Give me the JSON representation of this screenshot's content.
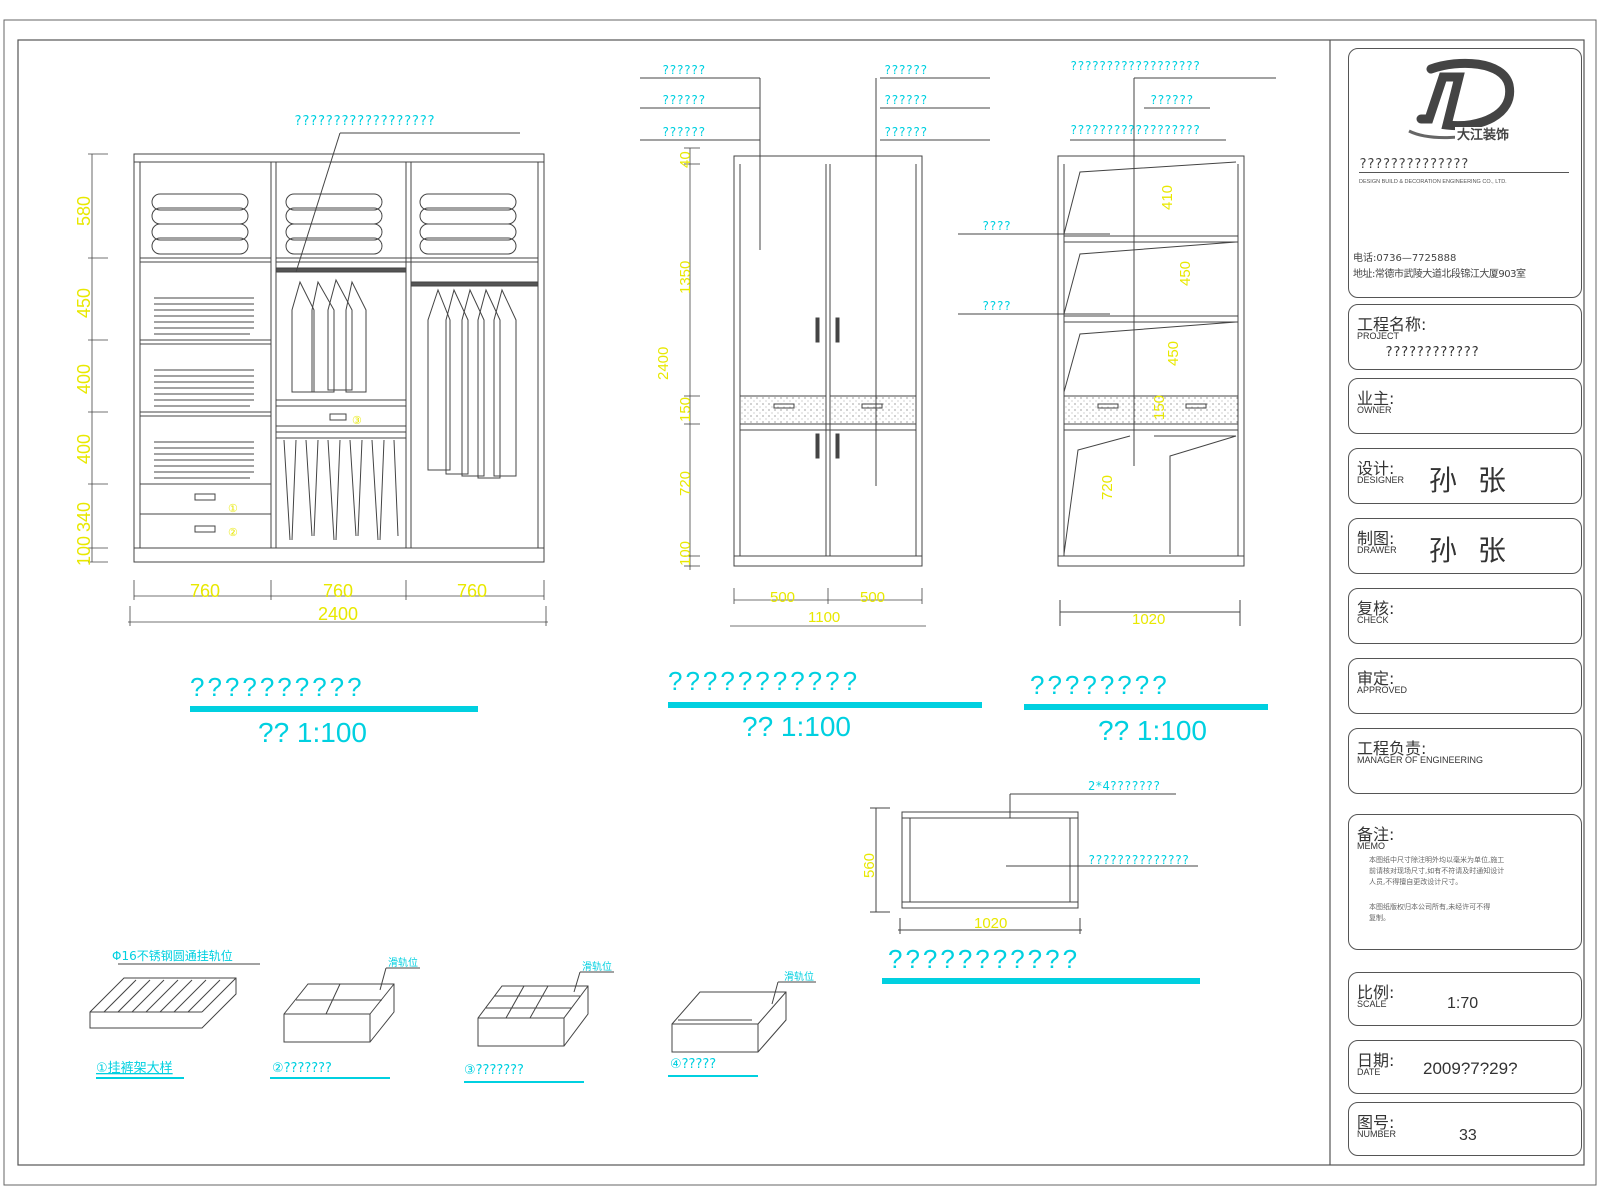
{
  "drawing": {
    "front_view": {
      "title": "??????????",
      "scale": "?? 1:100",
      "leader_top": "??????????????????",
      "dims_h": [
        "760",
        "760",
        "760"
      ],
      "dims_total": "2400",
      "dims_v": [
        "580",
        "450",
        "400",
        "400",
        "340",
        "100"
      ],
      "drawer_marks": [
        "①",
        "②"
      ],
      "pants_mark": "③"
    },
    "closed_view": {
      "title": "???????????",
      "scale": "?? 1:100",
      "leaders_left": [
        "??????",
        "??????",
        "??????"
      ],
      "leaders_right": [
        "??????",
        "??????",
        "??????"
      ],
      "dims_v": [
        "40",
        "1350",
        "2400",
        "150",
        "720",
        "100"
      ],
      "dims_h": [
        "500",
        "500"
      ],
      "dims_total": "1100"
    },
    "side_view": {
      "title": "????????",
      "scale": "?? 1:100",
      "leaders_top": [
        "??????????????????",
        "??????",
        "??????????????????"
      ],
      "leaders_left": [
        "????",
        "????"
      ],
      "dims_v": [
        "410",
        "450",
        "450",
        "150",
        "720"
      ],
      "dims_total": "1020"
    },
    "drawer_plan": {
      "title": "???????????",
      "leader_top": "2*4???????",
      "leader_right": "??????????????",
      "dim_w": "1020",
      "dim_h": "560"
    },
    "accessories": [
      {
        "callout": "Φ16不锈钢圆通挂轨位",
        "label": "①挂裤架大样"
      },
      {
        "callout": "滑轨位",
        "label": "②???????"
      },
      {
        "callout": "滑轨位",
        "label": "③???????"
      },
      {
        "callout": "滑轨位",
        "label": "④?????"
      }
    ]
  },
  "title_block": {
    "company_title": "??????????????",
    "company_en": "DESIGN BUILD & DECORATION ENGINEERING CO., LTD.",
    "phone": "电话:0736—7725888",
    "address": "地址:常德市武陵大道北段锦江大厦903室",
    "project": {
      "zh": "工程名称:",
      "en": "PROJECT",
      "value": "????????????"
    },
    "owner": {
      "zh": "业主:",
      "en": "OWNER"
    },
    "designer": {
      "zh": "设计:",
      "en": "DESIGNER",
      "value": "孙 张"
    },
    "drawer": {
      "zh": "制图:",
      "en": "DRAWER",
      "value": "孙 张"
    },
    "check": {
      "zh": "复核:",
      "en": "CHECK"
    },
    "approved": {
      "zh": "审定:",
      "en": "APPROVED"
    },
    "manager": {
      "zh": "工程负责:",
      "en": "MANAGER OF ENGINEERING"
    },
    "memo": {
      "zh": "备注:",
      "en": "MEMO",
      "line1": "本图纸中尺寸除注明外均以毫米为单位,施工",
      "line2": "前请核对现场尺寸,如有不符请及时通知设计",
      "line3": "人员,不得擅自更改设计尺寸。",
      "line4": "本图纸版权归本公司所有,未经许可不得",
      "line5": "复制。"
    },
    "scale": {
      "zh": "比例:",
      "en": "SCALE",
      "value": "1:70"
    },
    "date": {
      "zh": "日期:",
      "en": "DATE",
      "value": "2009?7?29?"
    },
    "number": {
      "zh": "图号:",
      "en": "NUMBER",
      "value": "33"
    }
  },
  "colors": {
    "line": "#555555",
    "dim": "#e8e800",
    "cyan": "#00d0e0",
    "stroke": "#444444"
  }
}
